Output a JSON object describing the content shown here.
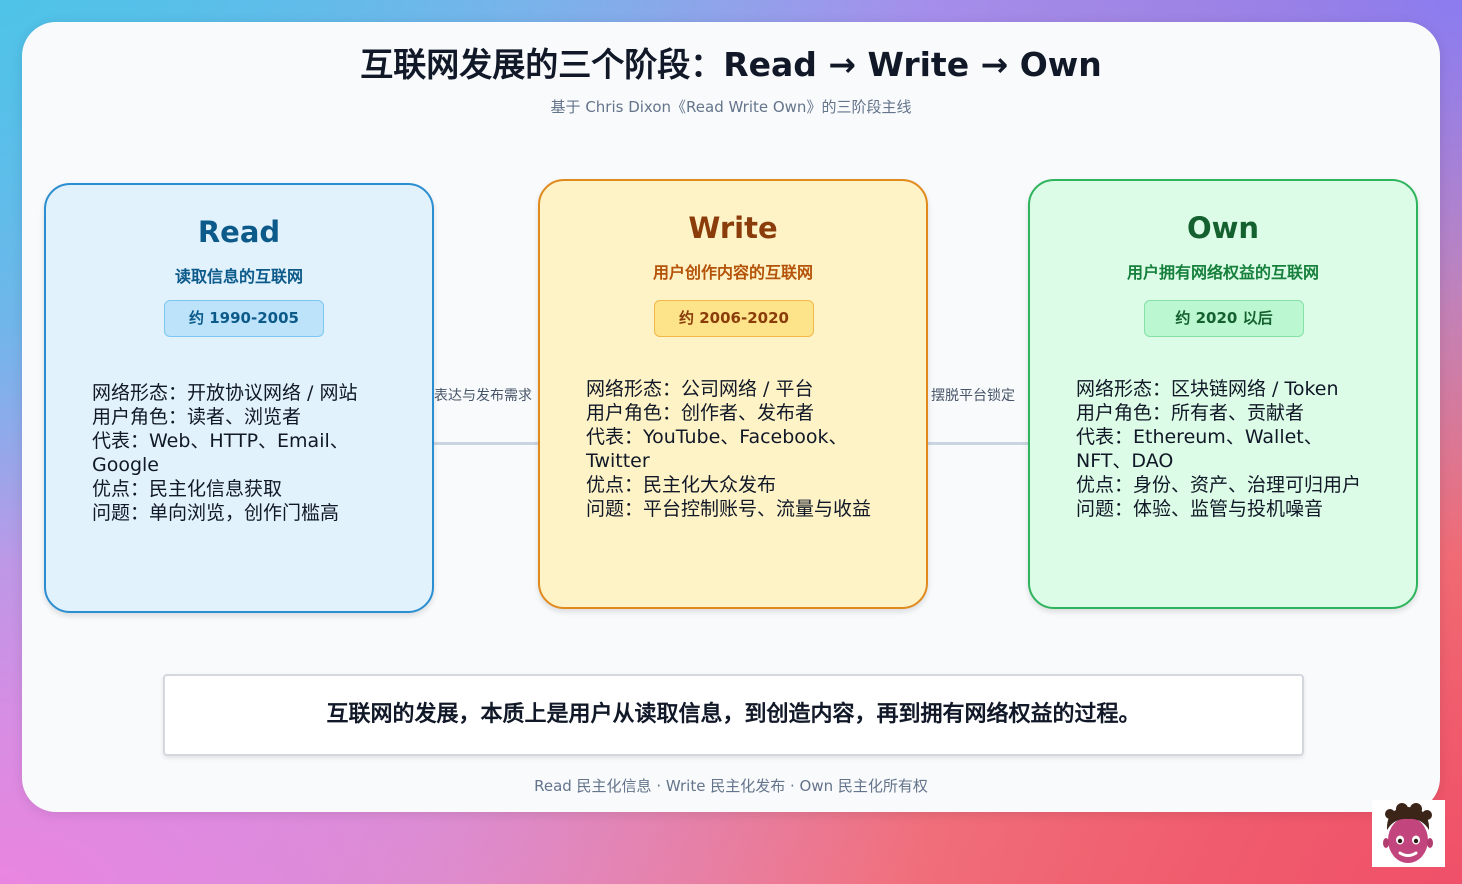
{
  "title": "互联网发展的三个阶段：Read → Write → Own",
  "subtitle": "基于 Chris Dixon《Read Write Own》的三阶段主线",
  "stages": [
    {
      "name": "Read",
      "desc": "读取信息的互联网",
      "era": "约 1990-2005",
      "facts": [
        "网络形态：开放协议网络 / 网站",
        "用户角色：读者、浏览者",
        "代表：Web、HTTP、Email、Google",
        "优点：民主化信息获取",
        "问题：单向浏览，创作门槛高"
      ]
    },
    {
      "name": "Write",
      "desc": "用户创作内容的互联网",
      "era": "约 2006-2020",
      "facts": [
        "网络形态：公司网络 / 平台",
        "用户角色：创作者、发布者",
        "代表：YouTube、Facebook、Twitter",
        "优点：民主化大众发布",
        "问题：平台控制账号、流量与收益"
      ]
    },
    {
      "name": "Own",
      "desc": "用户拥有网络权益的互联网",
      "era": "约 2020 以后",
      "facts": [
        "网络形态：区块链网络 / Token",
        "用户角色：所有者、贡献者",
        "代表：Ethereum、Wallet、NFT、DAO",
        "优点：身份、资产、治理可归用户",
        "问题：体验、监管与投机噪音"
      ]
    }
  ],
  "connectors": [
    "表达与发布需求",
    "摆脱平台锁定"
  ],
  "summary": "互联网的发展，本质上是用户从读取信息，到创造内容，再到拥有网络权益的过程。",
  "footer": "Read 民主化信息 · Write 民主化发布 · Own 民主化所有权",
  "colors": {
    "read_border": "#2b8ed0",
    "write_border": "#e08a1e",
    "own_border": "#2fb45e"
  }
}
